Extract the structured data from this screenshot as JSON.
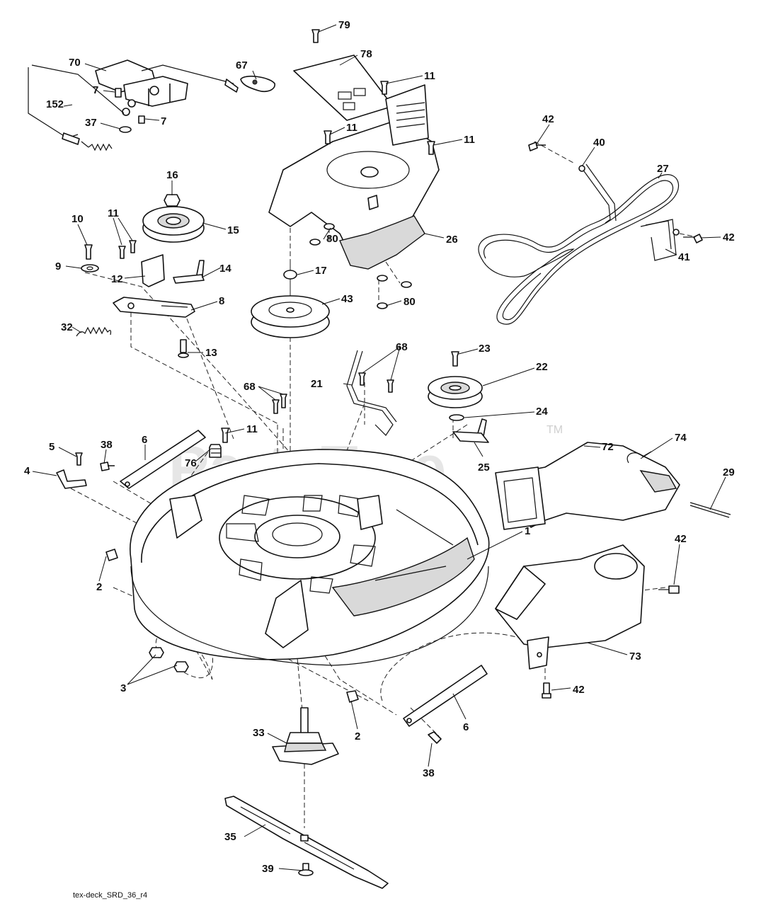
{
  "watermark": {
    "text": "PartsTree",
    "trademark": "TM"
  },
  "drawing_code": "tex-deck_SRD_36_r4",
  "callouts": {
    "c1": "1",
    "c2a": "2",
    "c2b": "2",
    "c3": "3",
    "c4": "4",
    "c5": "5",
    "c6a": "6",
    "c6b": "6",
    "c7a": "7",
    "c7b": "7",
    "c8": "8",
    "c9": "9",
    "c10": "10",
    "c11a": "11",
    "c11b": "11",
    "c11c": "11",
    "c11d": "11",
    "c11e": "11",
    "c12": "12",
    "c13": "13",
    "c14": "14",
    "c15": "15",
    "c16": "16",
    "c17": "17",
    "c21": "21",
    "c22": "22",
    "c23": "23",
    "c24": "24",
    "c25": "25",
    "c26": "26",
    "c27": "27",
    "c29": "29",
    "c32": "32",
    "c33": "33",
    "c35": "35",
    "c37": "37",
    "c38a": "38",
    "c38b": "38",
    "c39": "39",
    "c40": "40",
    "c41": "41",
    "c42a": "42",
    "c42b": "42",
    "c42c": "42",
    "c42d": "42",
    "c43": "43",
    "c67": "67",
    "c68a": "68",
    "c68b": "68",
    "c70": "70",
    "c72": "72",
    "c73": "73",
    "c74": "74",
    "c76": "76",
    "c78": "78",
    "c79": "79",
    "c80a": "80",
    "c80b": "80",
    "c152": "152"
  }
}
